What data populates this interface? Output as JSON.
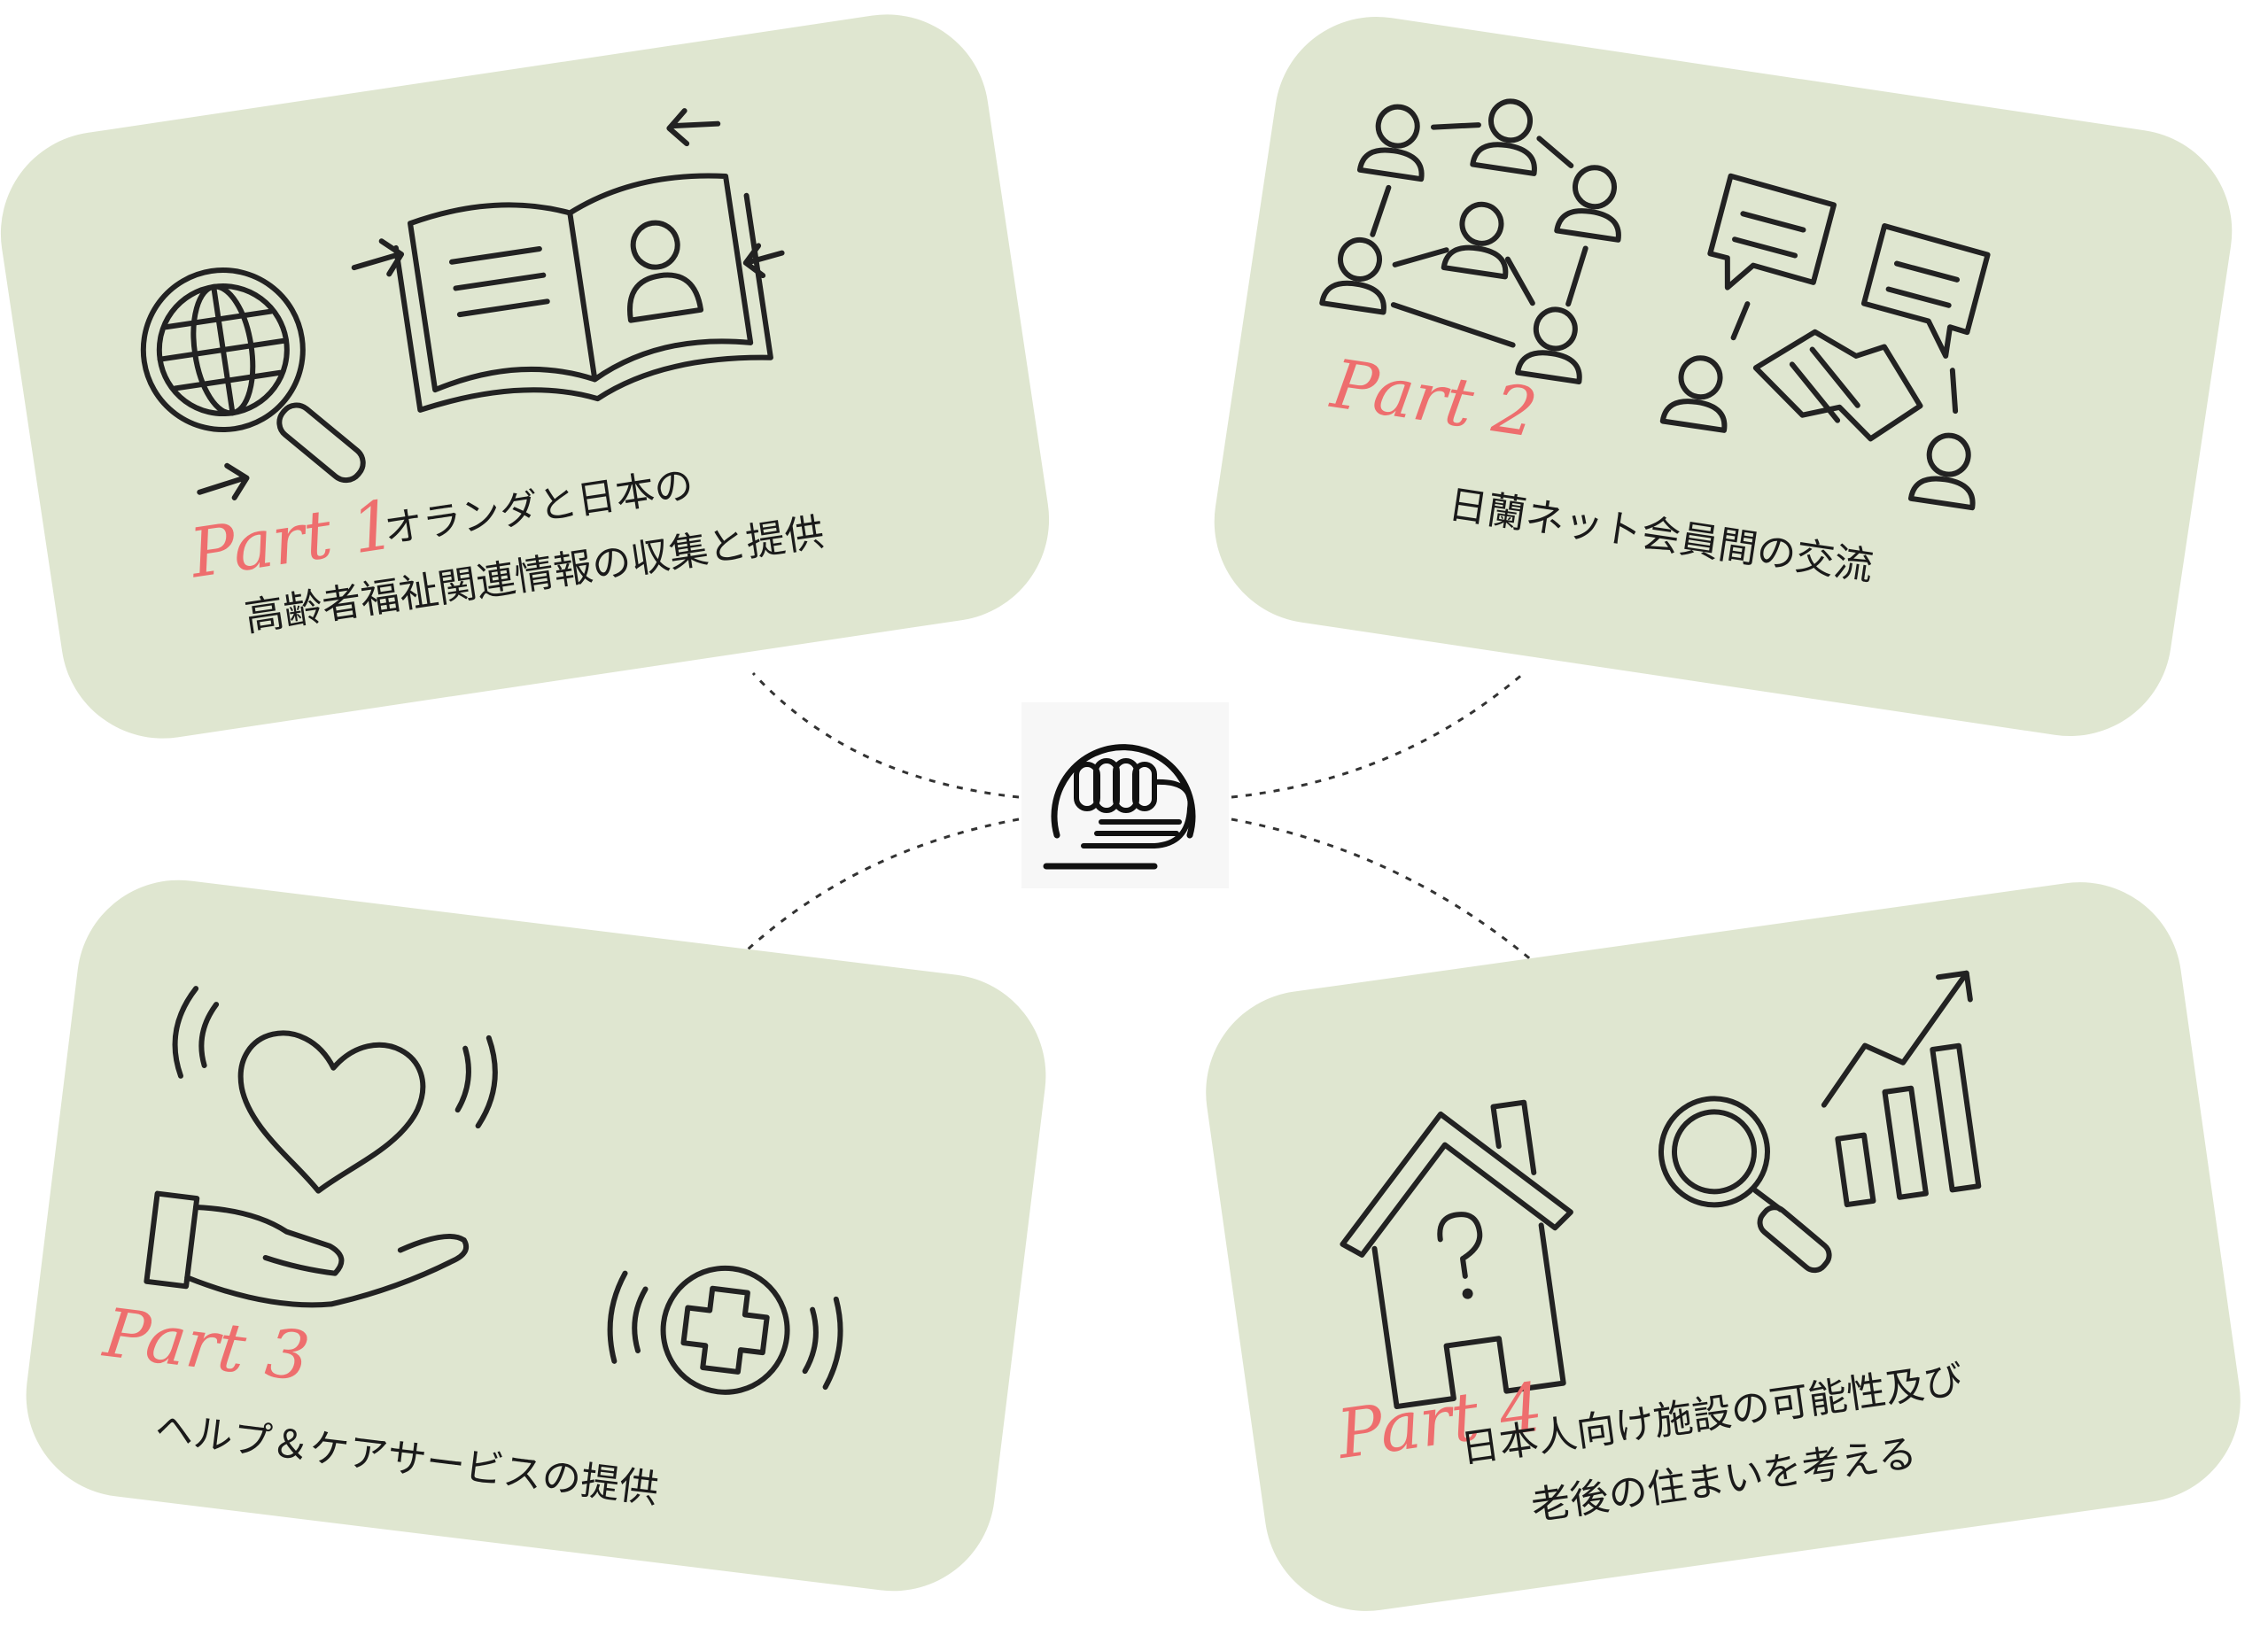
{
  "colors": {
    "card_background": "#dfe6d0",
    "part_label": "#ee6e6e",
    "icon_stroke": "#222222",
    "connector": "#333333"
  },
  "center_logo": {
    "icon": "hand-in-circle-logo"
  },
  "cards": [
    {
      "part": "Part 1",
      "lines": [
        "オランダと日本の",
        "高齢者福祉関連情報の収集と提供"
      ],
      "icons": [
        "globe-magnifier-icon",
        "open-book-profile-icon",
        "arrow-icon"
      ]
    },
    {
      "part": "Part 2",
      "lines": [
        "日蘭ネット会員間の交流"
      ],
      "icons": [
        "people-network-icon",
        "speech-bubble-icon",
        "handshake-icon"
      ]
    },
    {
      "part": "Part 3",
      "lines": [
        "ヘルプ＆ケアサービスの提供"
      ],
      "icons": [
        "heart-in-hand-icon",
        "medical-cross-icon"
      ]
    },
    {
      "part": "Part 4",
      "lines": [
        "日本人向け施設の可能性及び",
        "老後の住まいを考える"
      ],
      "icons": [
        "house-question-icon",
        "magnifier-icon",
        "bar-chart-growth-icon"
      ]
    }
  ]
}
